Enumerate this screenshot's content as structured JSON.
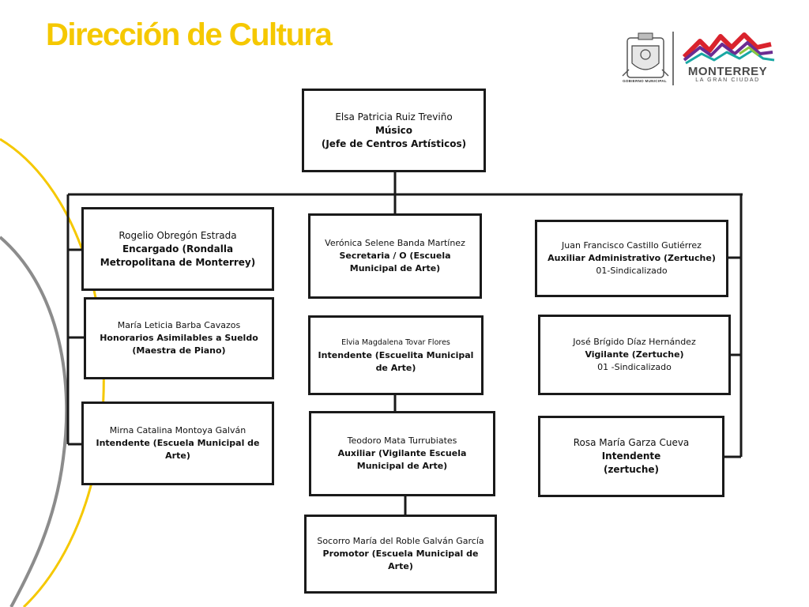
{
  "title": "Dirección de Cultura",
  "logo": {
    "seal_caption": "GOBIERNO MUNICIPAL",
    "brand_name": "MONTERREY",
    "brand_tagline": "LA GRAN CIUDAD"
  },
  "colors": {
    "title": "#f5c800",
    "arc_yellow": "#f5c800",
    "arc_gray": "#8c8c8c",
    "box_border": "#1a1a1a",
    "brand_red": "#d9232d",
    "brand_purple": "#6b2c91",
    "brand_teal": "#19a7a3",
    "brand_green": "#8cc63f"
  },
  "chart": {
    "head": {
      "name": "Elsa Patricia Ruiz Treviño",
      "role": "Músico",
      "dept": "(Jefe de Centros Artísticos)",
      "status": ""
    },
    "left": [
      {
        "name": "Rogelio Obregón Estrada",
        "role": "Encargado (Rondalla Metropolitana de Monterrey)",
        "dept": "",
        "status": ""
      },
      {
        "name": "María Leticia Barba Cavazos",
        "role": "Honorarios Asimilables a Sueldo",
        "dept": "(Maestra de Piano)",
        "status": ""
      },
      {
        "name": "Mirna Catalina Montoya Galván",
        "role": "Intendente (Escuela Municipal de Arte)",
        "dept": "",
        "status": ""
      }
    ],
    "center": [
      {
        "name": "Verónica Selene Banda Martínez",
        "role": "Secretaria / O (Escuela Municipal de Arte)",
        "dept": "",
        "status": ""
      },
      {
        "name": "Elvia Magdalena Tovar Flores",
        "role": "Intendente (Escuelita Municipal de Arte)",
        "dept": "",
        "status": ""
      },
      {
        "name": "Teodoro  Mata Turrubiates",
        "role": "Auxiliar (Vigilante Escuela Municipal de Arte)",
        "dept": "",
        "status": ""
      },
      {
        "name": "Socorro  María del Roble Galván García",
        "role": "Promotor  (Escuela Municipal de Arte)",
        "dept": "",
        "status": ""
      }
    ],
    "right": [
      {
        "name": "Juan Francisco Castillo Gutiérrez",
        "role": "Auxiliar Administrativo (Zertuche)",
        "dept": "",
        "status": "01-Sindicalizado"
      },
      {
        "name": "José Brígido Díaz Hernández",
        "role": "Vigilante (Zertuche)",
        "dept": "",
        "status": "01 -Sindicalizado"
      },
      {
        "name": "Rosa María Garza Cueva",
        "role": "Intendente",
        "dept": "(zertuche)",
        "status": ""
      }
    ]
  }
}
